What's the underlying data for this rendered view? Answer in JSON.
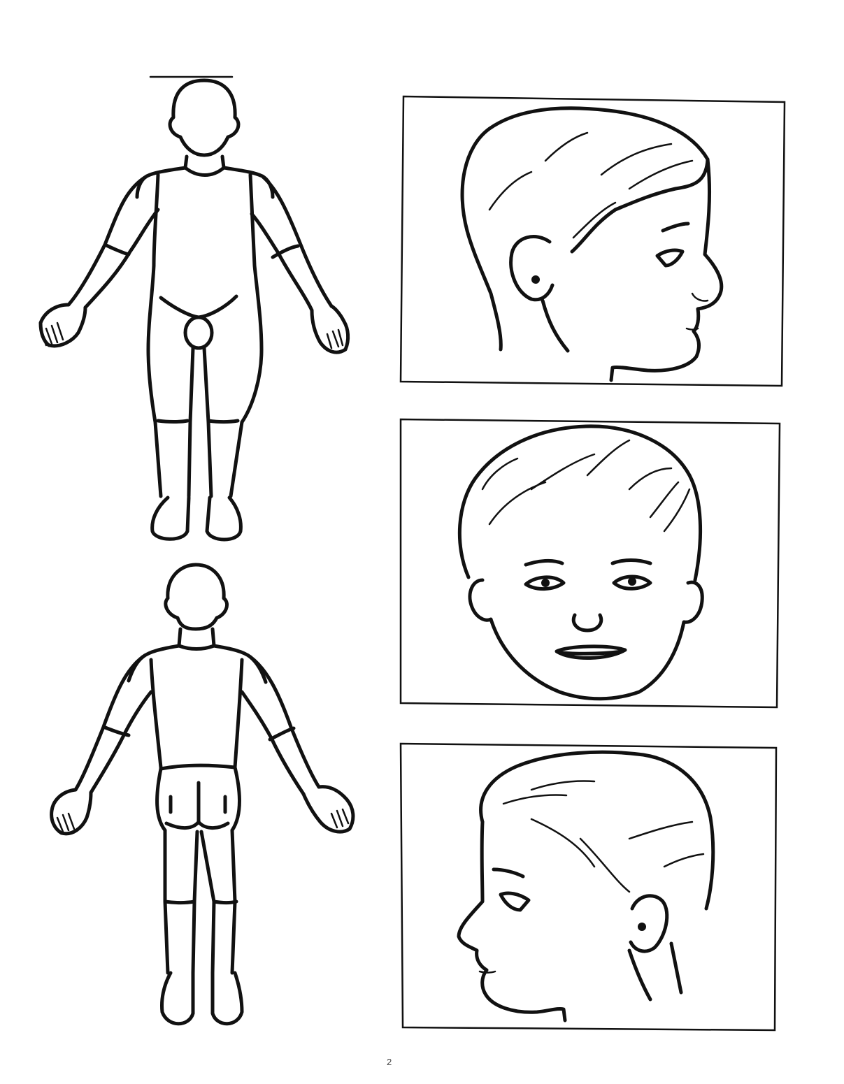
{
  "page": {
    "page_number": "2"
  },
  "figures": {
    "body_front": "body-front-outline",
    "body_back": "body-back-outline",
    "head_right_profile": "head-right-profile",
    "head_front": "head-front-view",
    "head_left_profile": "head-left-profile"
  }
}
